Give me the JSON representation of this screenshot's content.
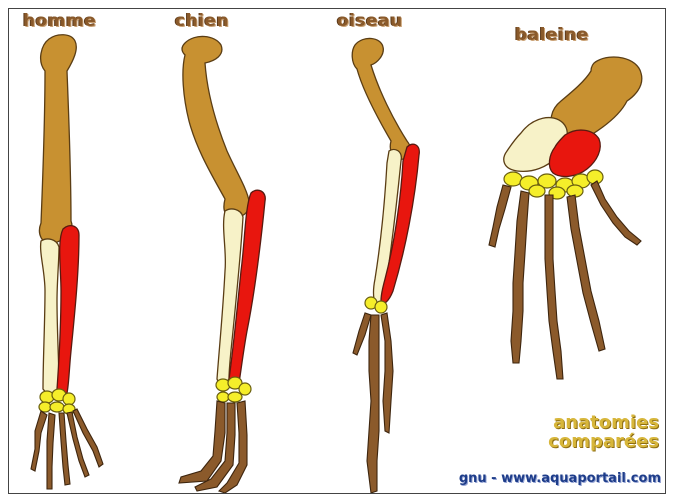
{
  "labels": {
    "homme": "homme",
    "chien": "chien",
    "oiseau": "oiseau",
    "baleine": "baleine"
  },
  "title": {
    "line1": "anatomies",
    "line2": "comparées"
  },
  "credit": "gnu - www.aquaportail.com",
  "colors": {
    "humerus": "#c89131",
    "ulna": "#f7f2c8",
    "radius": "#e8160e",
    "carpals": "#f5ee2a",
    "hand": "#8b5a2b"
  }
}
